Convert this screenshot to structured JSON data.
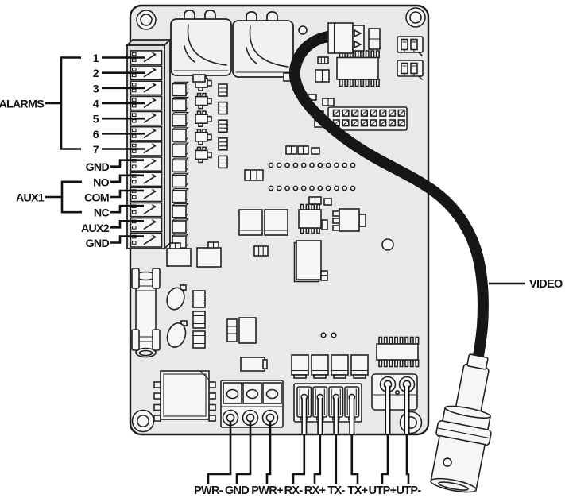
{
  "figure": {
    "type": "pcb-connection-diagram",
    "left": {
      "alarms_label": "ALARMS",
      "alarm_pins": [
        "1",
        "2",
        "3",
        "4",
        "5",
        "6",
        "7"
      ],
      "gnd_top_label": "GND",
      "aux1_label": "AUX1",
      "aux1_pins": [
        "NO",
        "COM",
        "NC"
      ],
      "aux2_label": "AUX2",
      "gnd_bottom_label": "GND"
    },
    "bottom": {
      "power_pins": [
        "PWR-",
        "GND",
        "PWR+"
      ],
      "serial_pins": [
        "RX-",
        "RX+",
        "TX-",
        "TX+"
      ],
      "utp_pins": [
        "UTP+",
        "UTP-"
      ]
    },
    "right": {
      "video_label": "VIDEO"
    },
    "colors": {
      "board": "#e9e9eb",
      "cable": "#161616",
      "ink": "#222222"
    }
  }
}
